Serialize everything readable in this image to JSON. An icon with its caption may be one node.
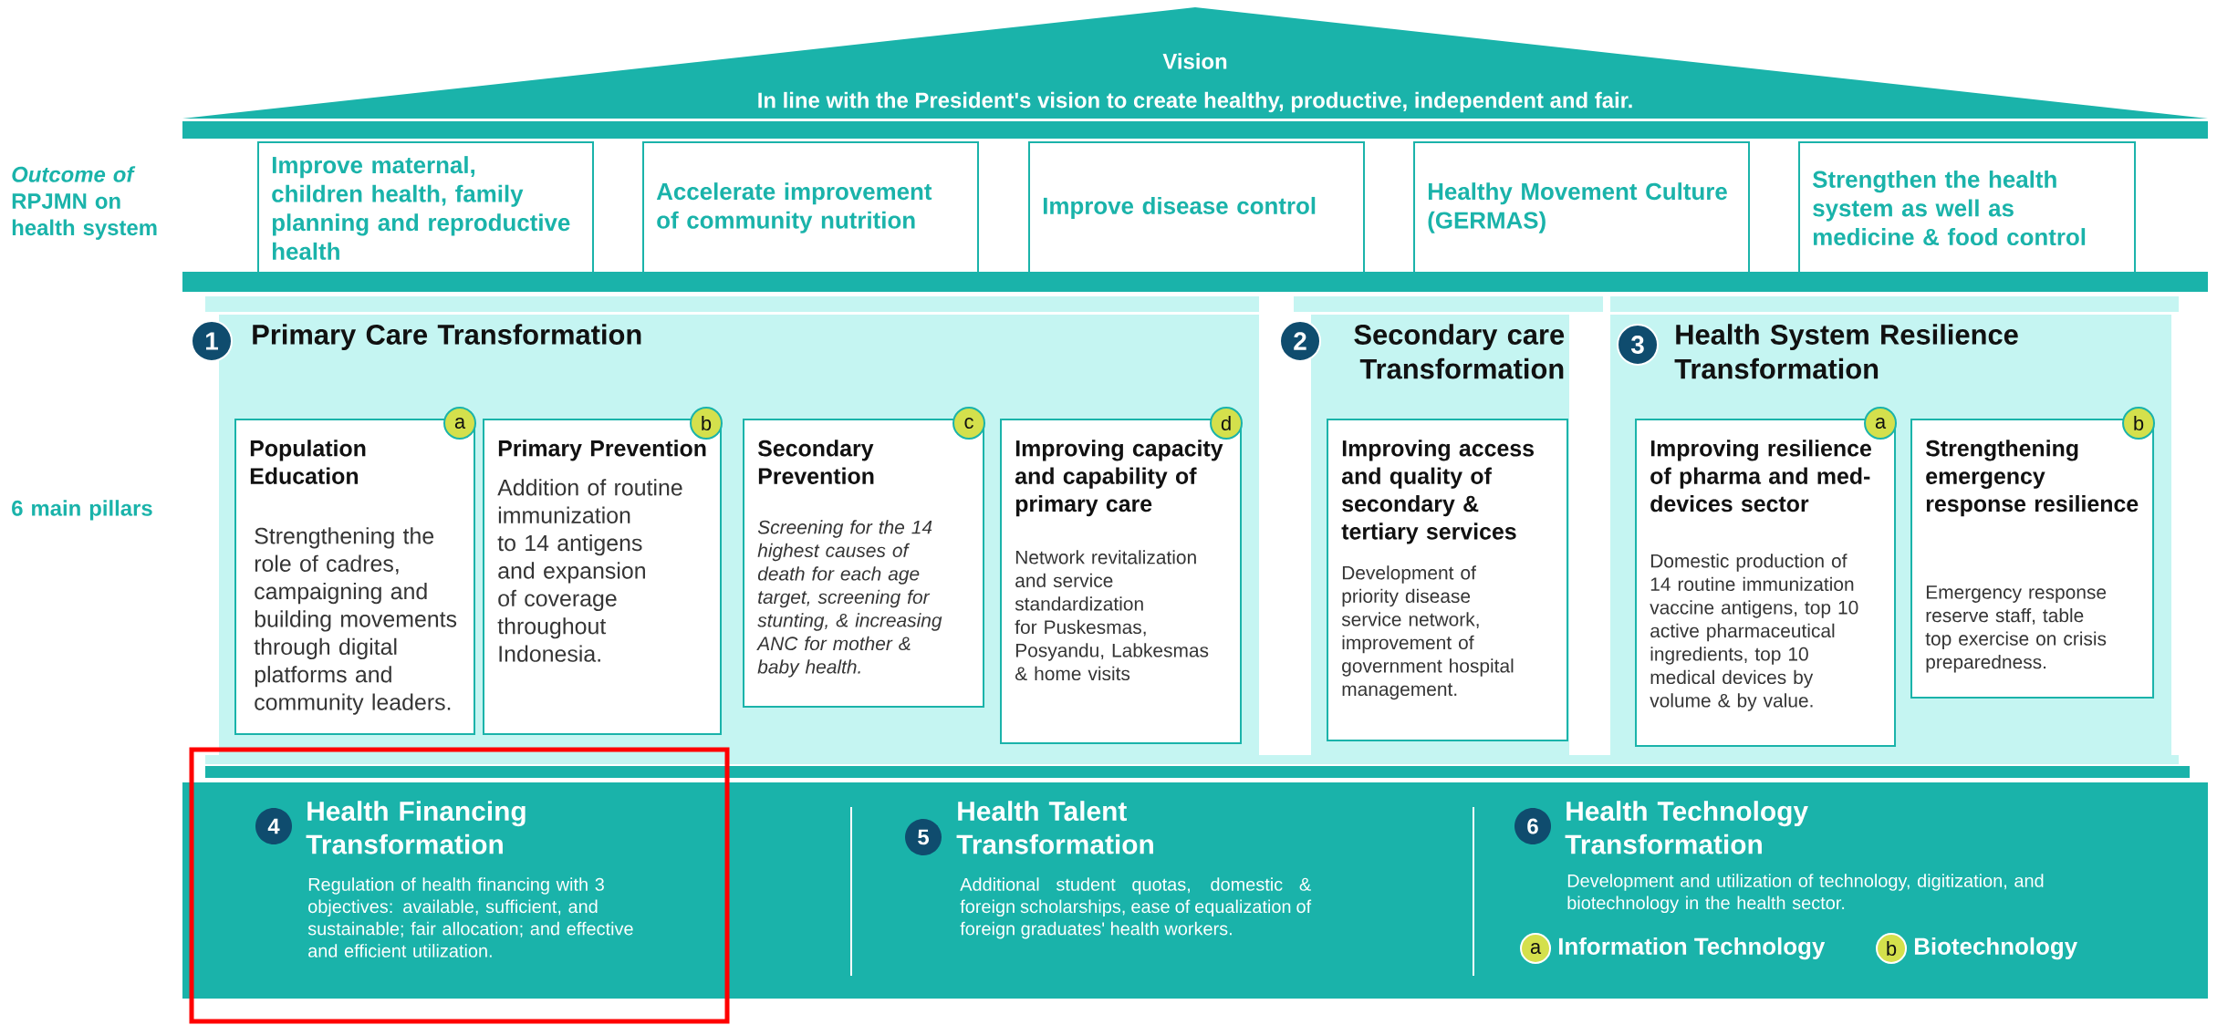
{
  "diagram": {
    "nodes": [
      {
        "text": [
          "Vision",
          "In line with the President's vision to create healthy, productive, independent and fair."
        ]
      },
      {
        "text": [
          "Improve maternal, children health, family planning and reproductive health"
        ]
      },
      {
        "text": [
          "Accelerate improvement of community nutrition"
        ]
      },
      {
        "text": [
          "Improve disease control"
        ]
      },
      {
        "text": [
          "Healthy Movement Culture (GERMAS)"
        ]
      },
      {
        "text": [
          "Strengthen the health system as well as medicine & food control"
        ]
      },
      {
        "text": [
          "Primary Care Transformation"
        ]
      },
      {
        "text": [
          "1"
        ]
      },
      {
        "text": [
          "Population Education",
          "Strengthening the role of cadres, campaigning and building movements through digital platforms and community leaders."
        ],
        "in": 6
      },
      {
        "text": [
          "a"
        ],
        "in": 6
      },
      {
        "text": [
          "Primary Prevention",
          "Addition of routine immunization to 14 antigens and expansion of coverage throughout Indonesia."
        ],
        "in": 6
      },
      {
        "text": [
          "b"
        ],
        "in": 6
      },
      {
        "text": [
          "Secondary Prevention",
          "Screening for the 14 highest causes of death for each age target, screening for stunting, & increasing ANC for mother & baby health."
        ],
        "in": 6
      },
      {
        "text": [
          "c"
        ],
        "in": 6
      },
      {
        "text": [
          "Improving capacity and capability of primary care",
          "Network revitalization and service standardization for Puskesmas, Posyandu, Labkesmas & home visits"
        ],
        "in": 6
      },
      {
        "text": [
          "d"
        ],
        "in": 6
      },
      {
        "text": [
          "Secondary care Transformation"
        ]
      },
      {
        "text": [
          "2"
        ]
      },
      {
        "text": [
          "Improving access and quality of secondary & tertiary services",
          "Development of priority disease service network, improvement of government hospital management."
        ],
        "in": 16
      },
      {
        "text": [
          "Health System Resilience Transformation"
        ]
      },
      {
        "text": [
          "3"
        ],
        "in": 19
      },
      {
        "text": [
          "Improving resilience of pharma and med-devices sector",
          "Domestic production of 14 routine immunization vaccine antigens, top 10 active pharmaceutical ingredients, top 10 medical devices by volume & by value."
        ],
        "in": 19
      },
      {
        "text": [
          "a"
        ],
        "in": 19
      },
      {
        "text": [
          "Strengthening emergency response resilience",
          "Emergency response reserve staff, table top exercise on crisis preparedness."
        ],
        "in": 19
      },
      {
        "text": [
          "b"
        ],
        "in": 19
      },
      {
        "text": [
          "Health Financing Transformation",
          "Regulation of health financing with 3 objectives: available, sufficient, and sustainable; fair allocation; and effective and efficient utilization.",
          "Health Talent Transformation",
          "Additional student quotas, domestic & foreign scholarships, ease of equalization of foreign graduates' health workers.",
          "Health Technology Transformation",
          "Development and utilization of technology, digitization, and biotechnology in the health sector."
        ]
      },
      {
        "text": [
          "4"
        ],
        "in": 25
      },
      {
        "text": [
          "5"
        ],
        "in": 25
      },
      {
        "text": [
          "6"
        ],
        "in": 25
      },
      {
        "text": [
          "a"
        ],
        "beside": [
          "Information Technology"
        ],
        "in": 25
      },
      {
        "text": [
          "b"
        ],
        "beside": [
          "Biotechnology"
        ],
        "in": 25
      },
      {
        "text": [],
        "shape": "bar"
      },
      {
        "text": [],
        "shape": "bar"
      }
    ],
    "labels": [
      "*Outcome of* RPJMN on health system",
      "6 main pillars"
    ]
  }
}
